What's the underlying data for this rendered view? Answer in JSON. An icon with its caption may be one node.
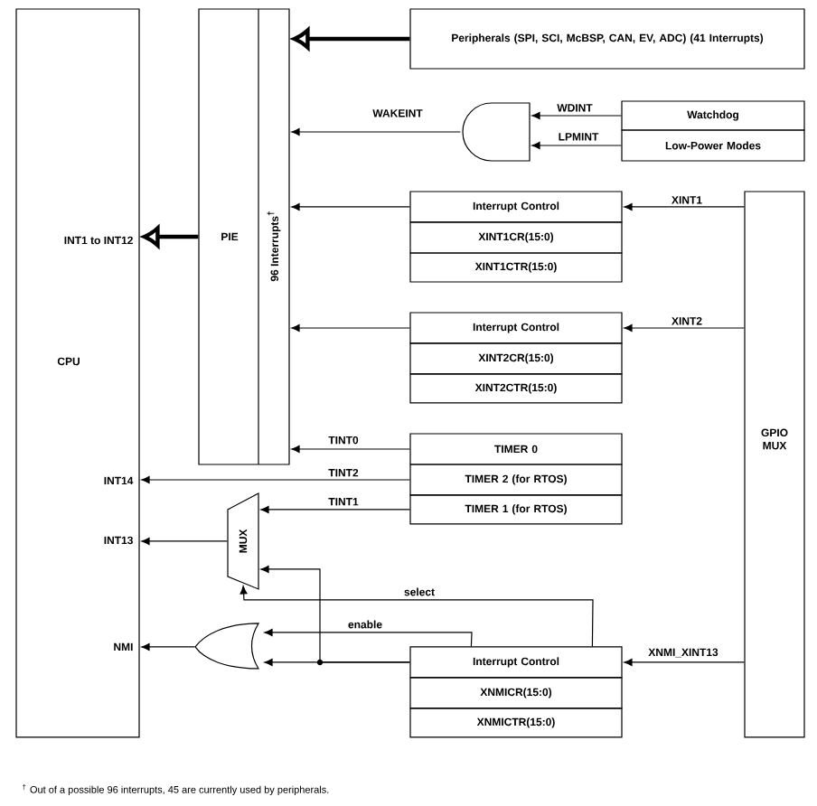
{
  "diagram": {
    "nodes": [
      {
        "text": [
          "CPU"
        ]
      },
      {
        "text": [
          "PIE",
          "96 Interrupts$^{†}$"
        ]
      },
      {
        "text": [
          "Peripherals (SPI, SCI, McBSP, CAN, EV, ADC) (41 Interrupts)"
        ]
      },
      {
        "text": [],
        "shape": "gate"
      },
      {
        "text": [
          "Watchdog"
        ]
      },
      {
        "text": [
          "Low-Power Modes"
        ]
      },
      {
        "text": [
          "Interrupt Control"
        ]
      },
      {
        "text": [
          "XINT1CR(15:0)"
        ]
      },
      {
        "text": [
          "XINT1CTR(15:0)"
        ]
      },
      {
        "text": [
          "Interrupt Control"
        ]
      },
      {
        "text": [
          "XINT2CR(15:0)"
        ]
      },
      {
        "text": [
          "XINT2CTR(15:0)"
        ]
      },
      {
        "text": [
          "GPIO MUX"
        ]
      },
      {
        "text": [
          "TIMER 0"
        ]
      },
      {
        "text": [
          "TIMER 2 (for RTOS)"
        ]
      },
      {
        "text": [
          "TIMER 1 (for RTOS)"
        ]
      },
      {
        "text": [
          "MUX"
        ]
      },
      {
        "text": [],
        "shape": "gate"
      },
      {
        "text": [
          "Interrupt Control"
        ]
      },
      {
        "text": [
          "XNMICR(15:0)"
        ]
      },
      {
        "text": [
          "XNMICTR(15:0)"
        ]
      }
    ],
    "edges": [
      {
        "from": 2,
        "to": 1,
        "arrow": "to",
        "style": "thick"
      },
      {
        "from": 1,
        "to": 0,
        "arrow": "to",
        "style": "thick"
      },
      {
        "from": 4,
        "to": 3,
        "arrow": "to",
        "label": "WDINT"
      },
      {
        "from": 5,
        "to": 3,
        "arrow": "to",
        "label": "LPMINT"
      },
      {
        "from": 3,
        "to": 1,
        "arrow": "to",
        "label": "WAKEINT"
      },
      {
        "from": 12,
        "to": 6,
        "arrow": "to",
        "label": "XINT1"
      },
      {
        "from": 6,
        "to": 1,
        "arrow": "to"
      },
      {
        "from": 12,
        "to": 9,
        "arrow": "to",
        "label": "XINT2"
      },
      {
        "from": 9,
        "to": 1,
        "arrow": "to"
      },
      {
        "from": 13,
        "to": 1,
        "arrow": "to",
        "label": "TINT0"
      },
      {
        "from": 14,
        "to": 0,
        "arrow": "to",
        "label": "TINT2"
      },
      {
        "from": 15,
        "to": 16,
        "arrow": "to",
        "label": "TINT1"
      },
      {
        "from": 16,
        "to": 0,
        "arrow": "to"
      },
      {
        "from": 18,
        "to": 16,
        "arrow": "to"
      },
      {
        "from": 18,
        "to": 16,
        "arrow": "to",
        "label": "select"
      },
      {
        "from": 18,
        "to": 17,
        "arrow": "to",
        "label": "enable"
      },
      {
        "from": 18,
        "to": 17,
        "arrow": "to"
      },
      {
        "from": 17,
        "to": 0,
        "arrow": "to"
      },
      {
        "from": 12,
        "to": 18,
        "arrow": "to",
        "label": "XNMI_XINT13"
      }
    ],
    "labels": [
      "INT1 to INT12",
      "INT14",
      "INT13",
      "NMI",
      "$^{†}$ Out of a possible 96 interrupts, 45 are currently used by peripherals."
    ]
  }
}
